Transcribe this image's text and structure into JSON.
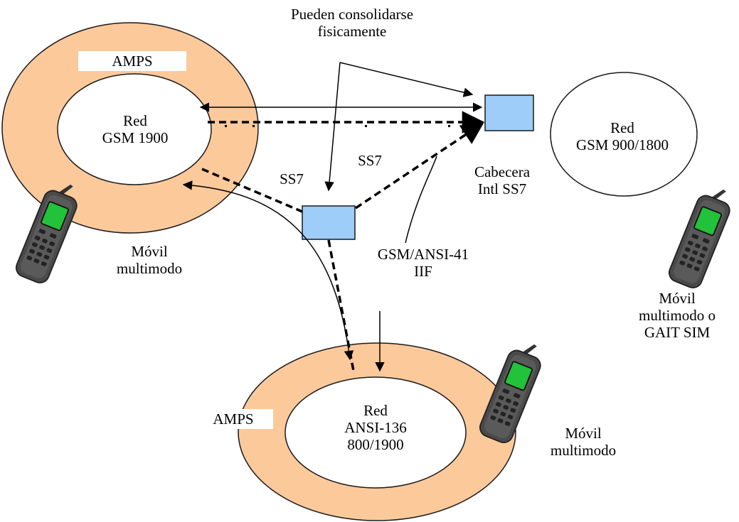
{
  "diagram": {
    "top_note": [
      "Pueden consolidarse",
      "fisicamente"
    ],
    "amps_top": "AMPS",
    "amps_bottom": "AMPS",
    "net_gsm1900": [
      "Red",
      "GSM 1900"
    ],
    "net_gsm900": [
      "Red",
      "GSM 900/1800"
    ],
    "net_ansi": [
      "Red",
      "ANSI-136",
      "800/1900"
    ],
    "ss7_right": "SS7",
    "ss7_left": "SS7",
    "gateway": [
      "Cabecera",
      "Intl SS7"
    ],
    "iif": [
      "GSM/ANSI-41",
      "IIF"
    ],
    "mobile_left": [
      "Móvil",
      "multimodo"
    ],
    "mobile_right": [
      "Móvil",
      "multimodo o",
      "GAIT SIM"
    ],
    "mobile_bottom": [
      "Móvil",
      "multimodo"
    ],
    "colors": {
      "amps_ring": "#fcc99b",
      "node_box": "#9dcdf8",
      "phone_body": "#444444",
      "phone_screen": "#22c23a"
    }
  }
}
